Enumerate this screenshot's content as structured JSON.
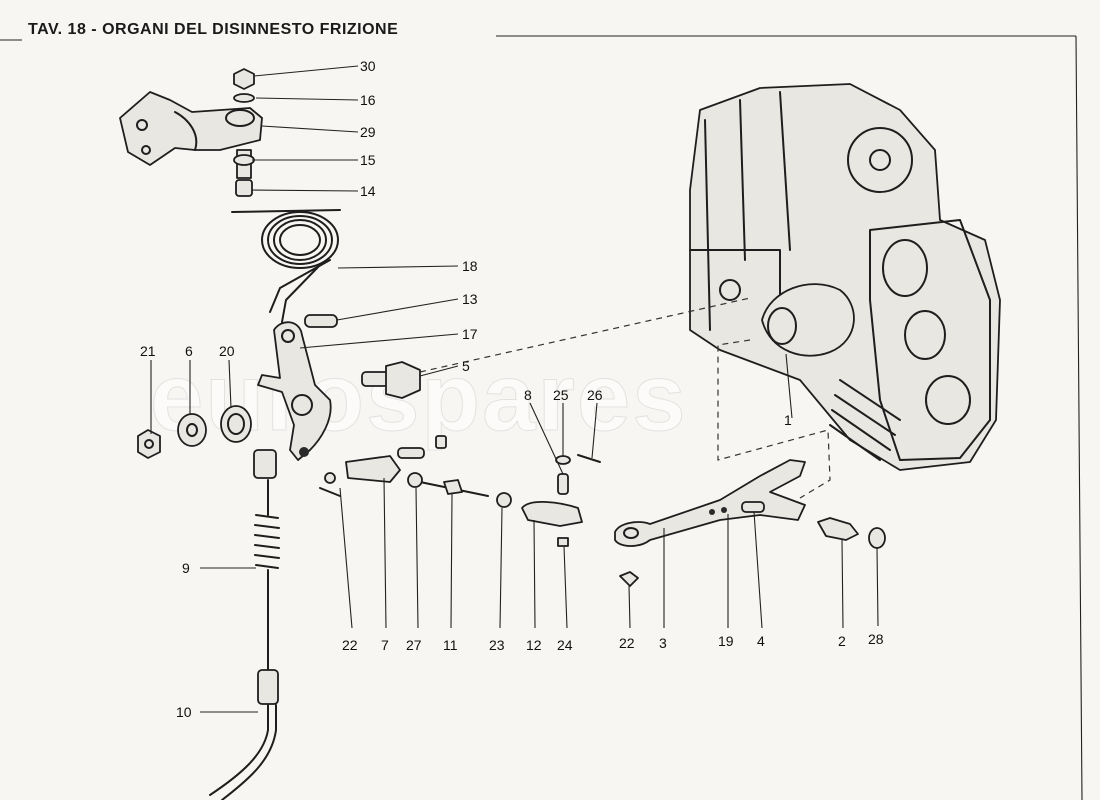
{
  "title": "TAV. 18 - ORGANI DEL DISINNESTO FRIZIONE",
  "watermark": "eurospares",
  "callouts": [
    "30",
    "16",
    "29",
    "15",
    "14",
    "18",
    "13",
    "17",
    "5",
    "21",
    "6",
    "20",
    "8",
    "25",
    "26",
    "1",
    "9",
    "10",
    "22",
    "7",
    "27",
    "11",
    "23",
    "12",
    "24",
    "22",
    "3",
    "19",
    "4",
    "2",
    "28"
  ],
  "colors": {
    "ink": "#1e1e1e",
    "paper": "#f7f6f2"
  }
}
